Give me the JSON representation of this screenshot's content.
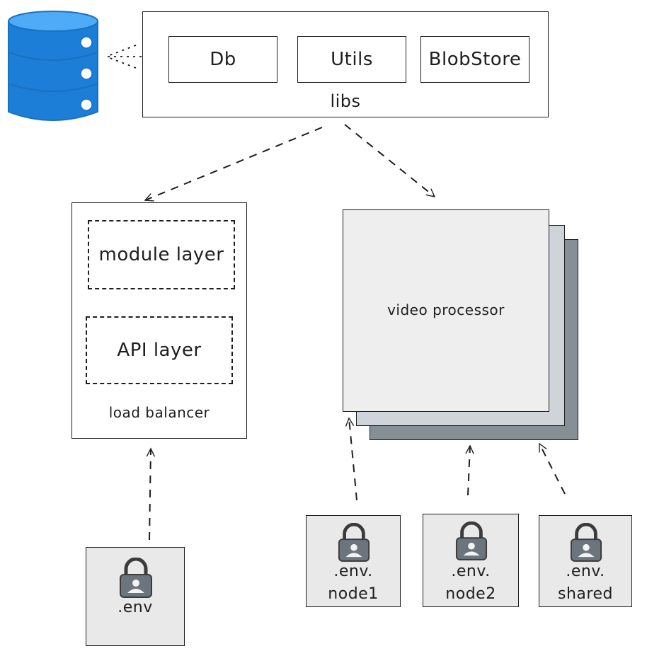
{
  "libs": {
    "title": "libs",
    "modules": [
      "Db",
      "Utils",
      "BlobStore"
    ]
  },
  "load_balancer": {
    "title": "load balancer",
    "layers": [
      "module layer",
      "API layer"
    ]
  },
  "video_processor": {
    "title": "video processor"
  },
  "env_files": {
    "main": ".env",
    "node1": [
      ".env.",
      "node1"
    ],
    "node2": [
      ".env.",
      "node2"
    ],
    "shared": [
      ".env.",
      "shared"
    ]
  },
  "colors": {
    "database": "#1971c2",
    "database_fill": "#1c7ed6",
    "stack_mid": "#ced4da",
    "stack_back": "#868e96",
    "card_fill": "#e9e9e9",
    "stroke": "#1e1e1e"
  },
  "icons": [
    "database-icon",
    "lock-icon"
  ]
}
